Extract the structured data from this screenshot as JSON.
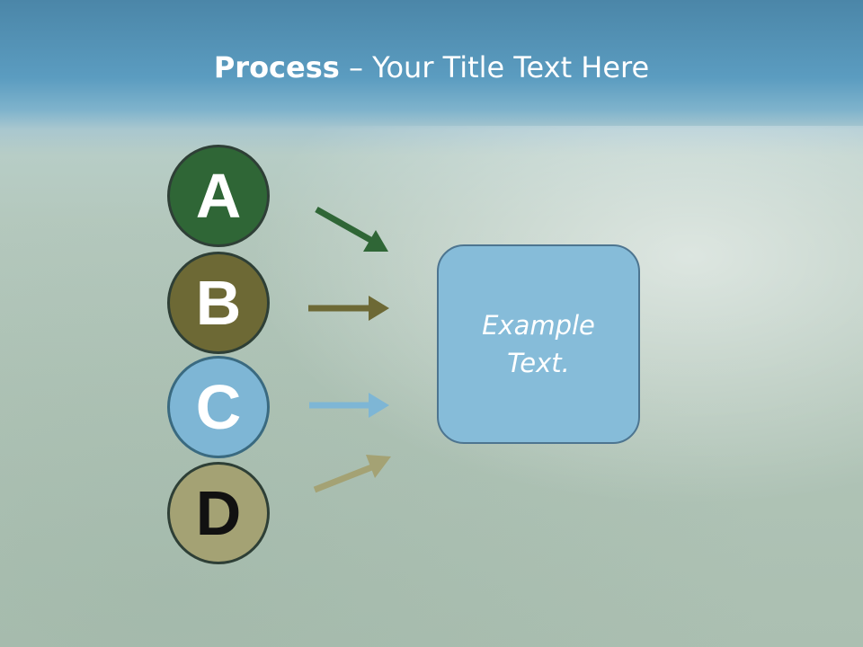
{
  "title": {
    "bold": "Process",
    "rest": " – Your Title Text Here"
  },
  "steps": [
    {
      "letter": "A",
      "color": "#2f6636"
    },
    {
      "letter": "B",
      "color": "#6d6935"
    },
    {
      "letter": "C",
      "color": "#7eb6d5"
    },
    {
      "letter": "D",
      "color": "#a4a274"
    }
  ],
  "box": {
    "text": "Example Text.",
    "color": "#86bcd9"
  }
}
